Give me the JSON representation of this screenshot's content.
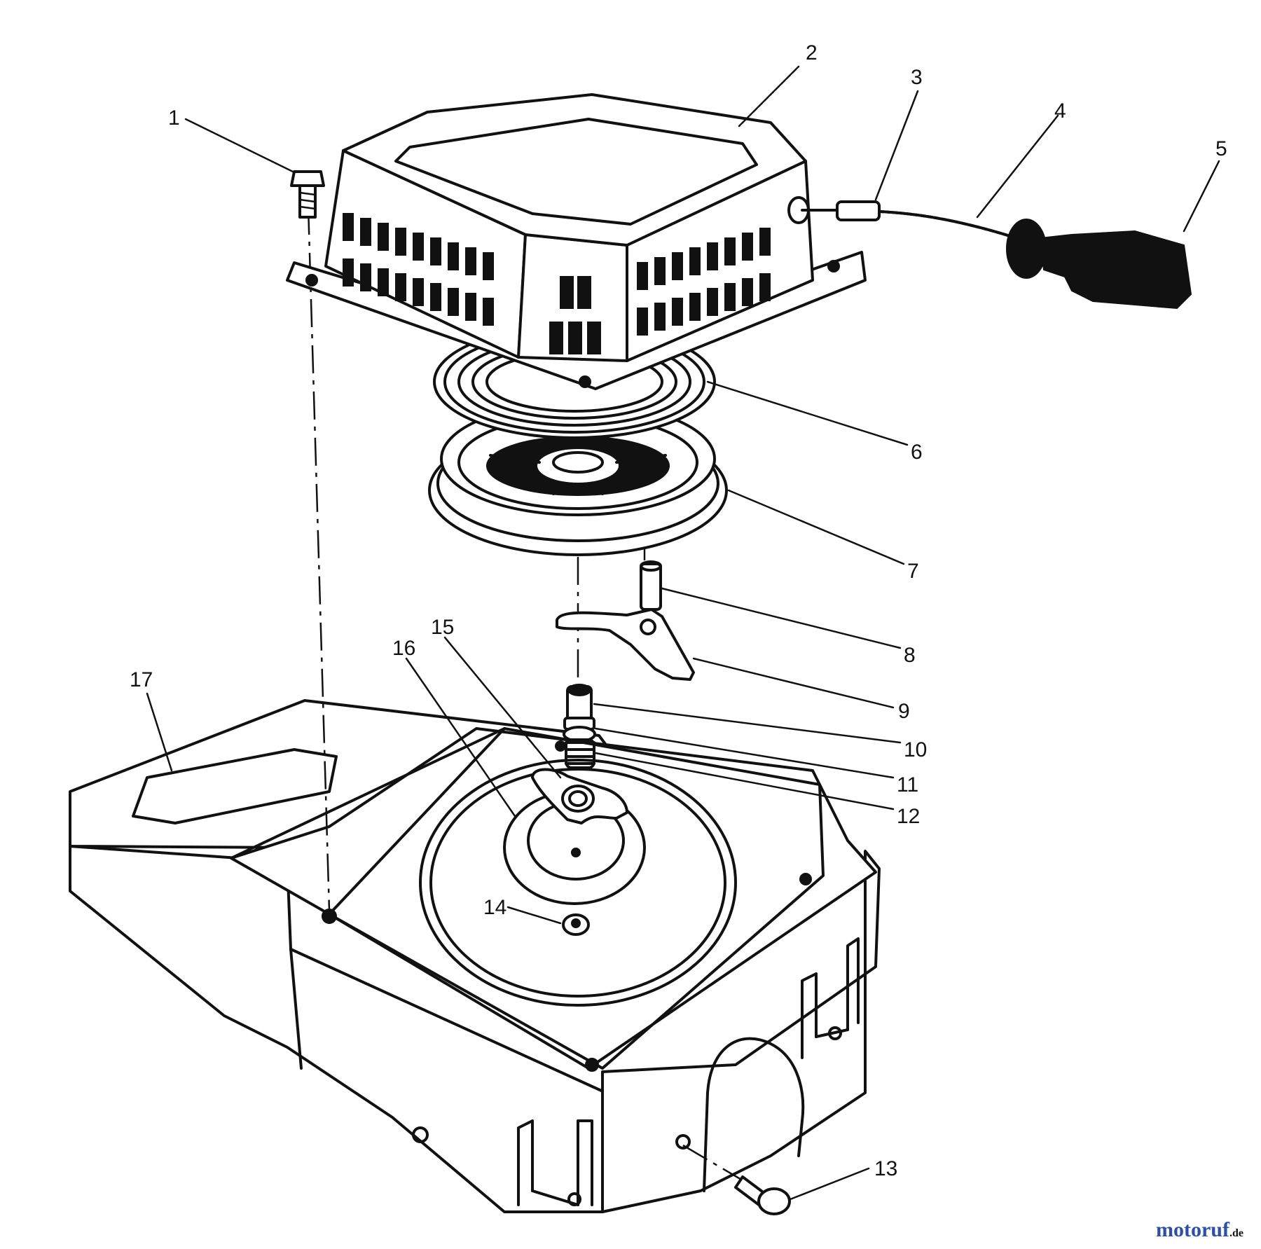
{
  "callouts": [
    {
      "id": "1",
      "label": "1"
    },
    {
      "id": "2",
      "label": "2"
    },
    {
      "id": "3",
      "label": "3"
    },
    {
      "id": "4",
      "label": "4"
    },
    {
      "id": "5",
      "label": "5"
    },
    {
      "id": "6",
      "label": "6"
    },
    {
      "id": "7",
      "label": "7"
    },
    {
      "id": "8",
      "label": "8"
    },
    {
      "id": "9",
      "label": "9"
    },
    {
      "id": "10",
      "label": "10"
    },
    {
      "id": "11",
      "label": "11"
    },
    {
      "id": "12",
      "label": "12"
    },
    {
      "id": "13",
      "label": "13"
    },
    {
      "id": "14",
      "label": "14"
    },
    {
      "id": "15",
      "label": "15"
    },
    {
      "id": "16",
      "label": "16"
    },
    {
      "id": "17",
      "label": "17"
    }
  ],
  "watermark": {
    "text": "motoruf",
    "suffix": ".de",
    "colors": [
      "#2e4fa3",
      "#d83a2a",
      "#2e9a3e",
      "#e0a81c",
      "#2e4fa3",
      "#d83a2a",
      "#2e9a3e"
    ]
  }
}
